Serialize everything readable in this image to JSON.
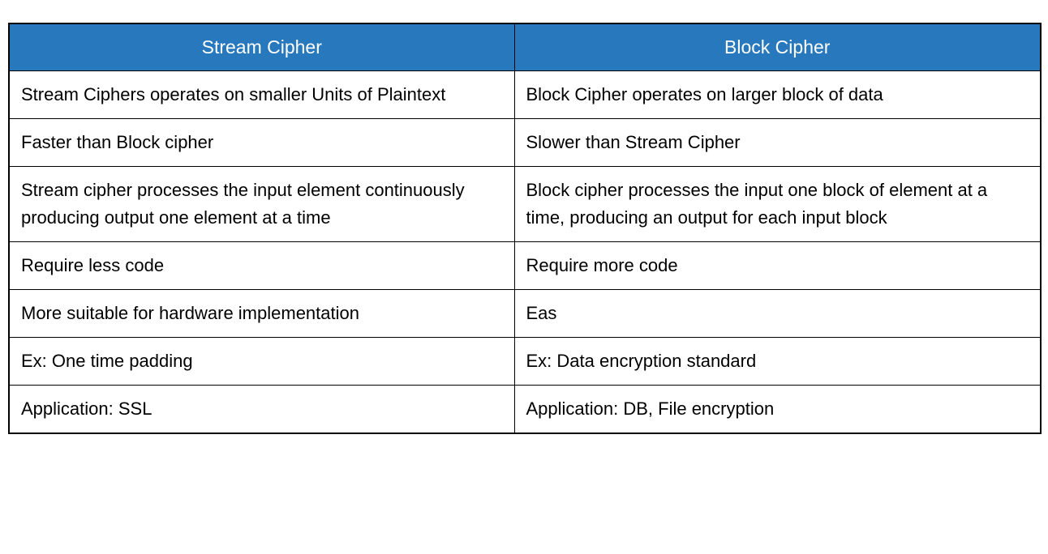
{
  "colors": {
    "header_bg": "#2878BE",
    "header_text": "#ffffff",
    "border": "#000000",
    "body_text": "#000000",
    "page_bg": "#ffffff"
  },
  "table": {
    "headers": [
      "Stream Cipher",
      "Block Cipher"
    ],
    "rows": [
      [
        "Stream Ciphers operates on smaller Units of Plaintext",
        "Block Cipher operates on larger block of data"
      ],
      [
        "Faster than Block cipher",
        "Slower than Stream Cipher"
      ],
      [
        "Stream cipher processes the input element continuously producing output one element at a time",
        "Block cipher processes the input one block of element at a time, producing an output for each input block"
      ],
      [
        "Require less code",
        "Require more code"
      ],
      [
        "More suitable for hardware implementation",
        "Eas"
      ],
      [
        "Ex: One time padding",
        "Ex: Data encryption standard"
      ],
      [
        "Application: SSL",
        "Application: DB, File encryption"
      ]
    ]
  }
}
